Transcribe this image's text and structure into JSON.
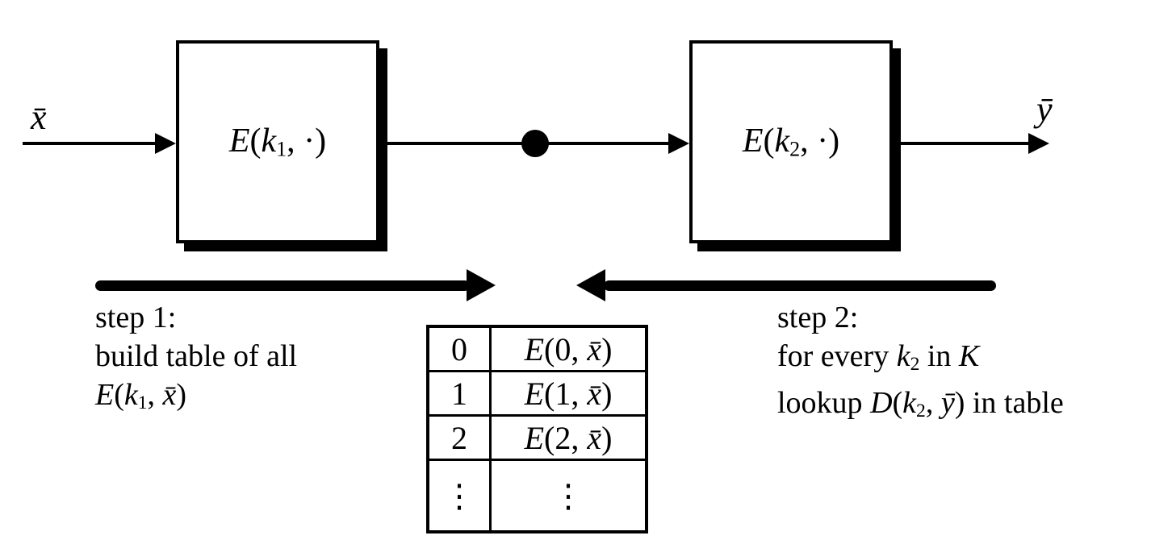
{
  "colors": {
    "ink": "#000000",
    "paper": "#ffffff"
  },
  "io": {
    "input": [
      {
        "t": "x̄",
        "s": "i"
      }
    ],
    "output": [
      {
        "t": "ȳ",
        "s": "i"
      }
    ]
  },
  "boxes": {
    "box1": {
      "label": [
        {
          "t": "E",
          "s": "i"
        },
        {
          "t": "(",
          "s": "r"
        },
        {
          "t": "k",
          "s": "i"
        },
        {
          "t": "1",
          "s": "sub"
        },
        {
          "t": ", ·)",
          "s": "r"
        }
      ]
    },
    "box2": {
      "label": [
        {
          "t": "E",
          "s": "i"
        },
        {
          "t": "(",
          "s": "r"
        },
        {
          "t": "k",
          "s": "i"
        },
        {
          "t": "2",
          "s": "sub"
        },
        {
          "t": ", ·)",
          "s": "r"
        }
      ]
    }
  },
  "steps": {
    "step1": {
      "lines": [
        [
          {
            "t": "step 1:",
            "s": "r"
          }
        ],
        [
          {
            "t": "build table of all",
            "s": "r"
          }
        ],
        [
          {
            "t": "E",
            "s": "i"
          },
          {
            "t": "(",
            "s": "r"
          },
          {
            "t": "k",
            "s": "i"
          },
          {
            "t": "1",
            "s": "sub"
          },
          {
            "t": ", ",
            "s": "r"
          },
          {
            "t": "x̄",
            "s": "i"
          },
          {
            "t": ")",
            "s": "r"
          }
        ]
      ]
    },
    "step2": {
      "lines": [
        [
          {
            "t": "step 2:",
            "s": "r"
          }
        ],
        [
          {
            "t": "for every ",
            "s": "r"
          },
          {
            "t": "k",
            "s": "i"
          },
          {
            "t": "2",
            "s": "sub"
          },
          {
            "t": " in ",
            "s": "r"
          },
          {
            "t": "K",
            "s": "cal"
          }
        ],
        [
          {
            "t": "lookup ",
            "s": "r"
          },
          {
            "t": "D",
            "s": "i"
          },
          {
            "t": "(",
            "s": "r"
          },
          {
            "t": "k",
            "s": "i"
          },
          {
            "t": "2",
            "s": "sub"
          },
          {
            "t": ", ",
            "s": "r"
          },
          {
            "t": "ȳ",
            "s": "i"
          },
          {
            "t": ") ",
            "s": "r"
          },
          {
            "t": "in table",
            "s": "r"
          }
        ]
      ]
    }
  },
  "table": {
    "rows": [
      {
        "k": "0",
        "v": [
          {
            "t": "E",
            "s": "i"
          },
          {
            "t": "(0, ",
            "s": "r"
          },
          {
            "t": "x̄",
            "s": "i"
          },
          {
            "t": ")",
            "s": "r"
          }
        ]
      },
      {
        "k": "1",
        "v": [
          {
            "t": "E",
            "s": "i"
          },
          {
            "t": "(1, ",
            "s": "r"
          },
          {
            "t": "x̄",
            "s": "i"
          },
          {
            "t": ")",
            "s": "r"
          }
        ]
      },
      {
        "k": "2",
        "v": [
          {
            "t": "E",
            "s": "i"
          },
          {
            "t": "(2, ",
            "s": "r"
          },
          {
            "t": "x̄",
            "s": "i"
          },
          {
            "t": ")",
            "s": "r"
          }
        ]
      },
      {
        "k": "⋮",
        "v": [
          {
            "t": "⋮",
            "s": "r"
          }
        ]
      }
    ]
  }
}
